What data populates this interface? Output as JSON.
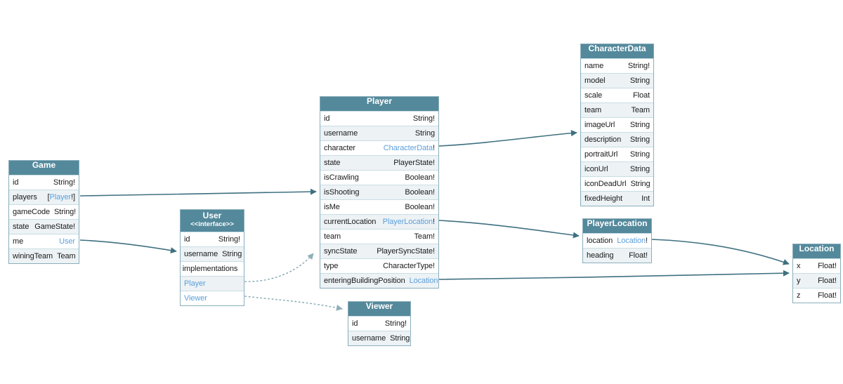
{
  "diagram": {
    "tool": "graphql-schema-diagram",
    "colors": {
      "background": "#ffffff",
      "header_bg": "#54899b",
      "header_text": "#ffffff",
      "row_bg": "#ffffff",
      "row_alt_bg": "#edf2f5",
      "border": "#8aafbc",
      "separator": "#c9dde4",
      "text": "#1a1a1a",
      "link": "#5b9fdb",
      "edge": "#3f7080",
      "edge_dotted": "#8fb0ba"
    },
    "tables": [
      {
        "id": "Game",
        "title": "Game",
        "fields": [
          {
            "name": "id",
            "type": "String",
            "suffix": "!"
          },
          {
            "name": "players",
            "prefix": "[",
            "type": "Player",
            "suffix": "!]",
            "link": true
          },
          {
            "name": "gameCode",
            "type": "String",
            "suffix": "!"
          },
          {
            "name": "state",
            "type": "GameState",
            "suffix": "!"
          },
          {
            "name": "me",
            "type": "User",
            "link": true
          },
          {
            "name": "winingTeam",
            "type": "Team"
          }
        ]
      },
      {
        "id": "User",
        "title": "User",
        "subtitle": "<<interface>>",
        "fields": [
          {
            "name": "id",
            "type": "String",
            "suffix": "!"
          },
          {
            "name": "username",
            "type": "String"
          },
          {
            "section": "implementations"
          },
          {
            "name": "Player",
            "impl": true
          },
          {
            "name": "Viewer",
            "impl": true
          }
        ]
      },
      {
        "id": "Player",
        "title": "Player",
        "fields": [
          {
            "name": "id",
            "type": "String",
            "suffix": "!"
          },
          {
            "name": "username",
            "type": "String"
          },
          {
            "name": "character",
            "type": "CharacterData",
            "suffix": "!",
            "link": true
          },
          {
            "name": "state",
            "type": "PlayerState",
            "suffix": "!"
          },
          {
            "name": "isCrawling",
            "type": "Boolean",
            "suffix": "!"
          },
          {
            "name": "isShooting",
            "type": "Boolean",
            "suffix": "!"
          },
          {
            "name": "isMe",
            "type": "Boolean",
            "suffix": "!"
          },
          {
            "name": "currentLocation",
            "type": "PlayerLocation",
            "suffix": "!",
            "link": true
          },
          {
            "name": "team",
            "type": "Team",
            "suffix": "!"
          },
          {
            "name": "syncState",
            "type": "PlayerSyncState",
            "suffix": "!"
          },
          {
            "name": "type",
            "type": "CharacterType",
            "suffix": "!"
          },
          {
            "name": "enteringBuildingPosition",
            "type": "Location",
            "link": true
          }
        ]
      },
      {
        "id": "Viewer",
        "title": "Viewer",
        "fields": [
          {
            "name": "id",
            "type": "String",
            "suffix": "!"
          },
          {
            "name": "username",
            "type": "String"
          }
        ]
      },
      {
        "id": "CharacterData",
        "title": "CharacterData",
        "fields": [
          {
            "name": "name",
            "type": "String",
            "suffix": "!"
          },
          {
            "name": "model",
            "type": "String"
          },
          {
            "name": "scale",
            "type": "Float"
          },
          {
            "name": "team",
            "type": "Team"
          },
          {
            "name": "imageUrl",
            "type": "String"
          },
          {
            "name": "description",
            "type": "String"
          },
          {
            "name": "portraitUrl",
            "type": "String"
          },
          {
            "name": "iconUrl",
            "type": "String"
          },
          {
            "name": "iconDeadUrl",
            "type": "String"
          },
          {
            "name": "fixedHeight",
            "type": "Int"
          }
        ]
      },
      {
        "id": "PlayerLocation",
        "title": "PlayerLocation",
        "fields": [
          {
            "name": "location",
            "type": "Location",
            "suffix": "!",
            "link": true
          },
          {
            "name": "heading",
            "type": "Float",
            "suffix": "!"
          }
        ]
      },
      {
        "id": "Location",
        "title": "Location",
        "fields": [
          {
            "name": "x",
            "type": "Float",
            "suffix": "!"
          },
          {
            "name": "y",
            "type": "Float",
            "suffix": "!"
          },
          {
            "name": "z",
            "type": "Float",
            "suffix": "!"
          }
        ]
      }
    ],
    "edges": [
      {
        "from": "Game.players",
        "to": "Player",
        "style": "solid"
      },
      {
        "from": "Game.me",
        "to": "User",
        "style": "solid"
      },
      {
        "from": "Player.character",
        "to": "CharacterData",
        "style": "solid"
      },
      {
        "from": "Player.currentLocation",
        "to": "PlayerLocation",
        "style": "solid"
      },
      {
        "from": "Player.enteringBuildingPosition",
        "to": "Location",
        "style": "solid"
      },
      {
        "from": "PlayerLocation.location",
        "to": "Location",
        "style": "solid"
      },
      {
        "from": "User.Player",
        "to": "Player",
        "style": "dotted"
      },
      {
        "from": "User.Viewer",
        "to": "Viewer",
        "style": "dotted"
      }
    ]
  }
}
